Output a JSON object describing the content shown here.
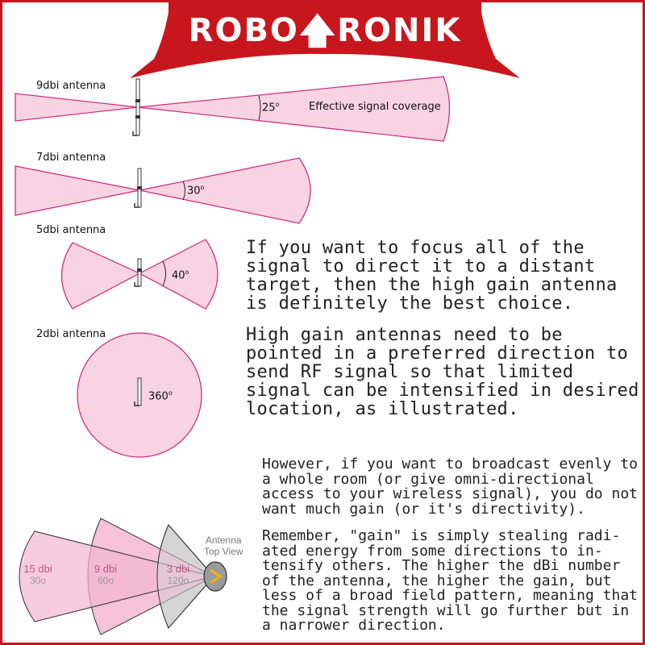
{
  "brand": {
    "name_left": "ROBO",
    "name_right": "RONIK",
    "arrow_glyph": "🡅",
    "banner_color": "#c8161d",
    "border_color": "#c8161d"
  },
  "colors": {
    "beam_fill": "#f8d3e2",
    "beam_stroke": "#d0257a",
    "lobe_pink": "#f3b7cf",
    "lobe_grey": "#d6d6d6"
  },
  "antennas": [
    {
      "label": "9dbi antenna",
      "angle": "25",
      "unit": "o",
      "note": "Effective signal coverage"
    },
    {
      "label": "7dbi antenna",
      "angle": "30",
      "unit": "o"
    },
    {
      "label": "5dbi antenna",
      "angle": "40",
      "unit": "o"
    },
    {
      "label": "2dbi antenna",
      "angle": "360",
      "unit": "o"
    }
  ],
  "paragraphs": {
    "p1": "If you want to focus all of the signal to direct it to a distant target, then the high gain antenna is definitely the best choice.",
    "p2": "High gain antennas need to be pointed in a preferred direction to send RF signal so that limited signal can be intensified in desired location, as illustrated.",
    "p3": "However, if you want to broadcast evenly to a whole room (or give omni-directional access to your wireless signal), you do not want much gain (or it's directivity).",
    "p4": "Remember, \"gain\" is simply stealing radi-ated energy from some directions to in-tensify others. The higher the dBi number of the antenna, the higher the gain, but less of a broad field pattern, meaning that the signal strength will go further but in a narrower direction."
  },
  "topview": {
    "title_line1": "Antenna",
    "title_line2": "Top View",
    "lobes": [
      {
        "name": "15 dbi",
        "angle": "30o"
      },
      {
        "name": "9 dbi",
        "angle": "60o"
      },
      {
        "name": "3 dbi",
        "angle": "120o"
      }
    ]
  }
}
